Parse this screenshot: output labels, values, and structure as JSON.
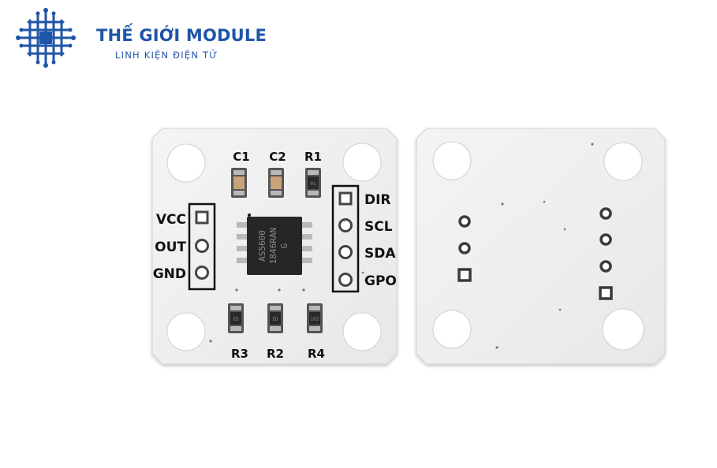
{
  "brand": {
    "title": "THẾ GIỚI MODULE",
    "subtitle": "LINH KIỆN ĐIỆN TỬ",
    "color": "#1f55a8"
  },
  "board_front": {
    "component_labels": {
      "c1": "C1",
      "c2": "C2",
      "r1": "R1",
      "r3": "R3",
      "r2": "R2",
      "r4": "R4"
    },
    "left_pins": [
      "VCC",
      "OUT",
      "GND"
    ],
    "right_pins": [
      "DIR",
      "SCL",
      "SDA",
      "GPO"
    ],
    "chip_lines": [
      "AS5600",
      "1846RAN",
      "G"
    ],
    "resistor_codes": [
      "01",
      "ED",
      "ED",
      "102"
    ]
  },
  "board_back": {}
}
